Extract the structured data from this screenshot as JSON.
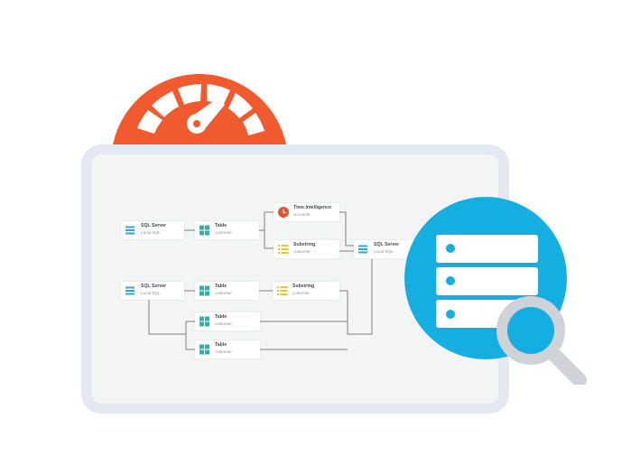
{
  "colors": {
    "gauge": "#f05a2e",
    "database_badge": "#15aee0",
    "magnifier": "#cfd2d6",
    "node_teal": "#1fb7b0",
    "node_yellow": "#f1c021",
    "node_blue": "#2aa6df",
    "clock_red": "#e55432",
    "connector": "#7d7f82"
  },
  "icons": {
    "gauge": "speedometer-icon",
    "badge": "database-server-icon",
    "search": "magnifier-icon"
  },
  "pipeline": {
    "nodes": [
      {
        "id": "src1",
        "icon": "sql-server-icon",
        "title": "SQL Server",
        "subtitle": "Local SQL"
      },
      {
        "id": "tbl1",
        "icon": "table-icon",
        "title": "Table",
        "subtitle": "customer"
      },
      {
        "id": "time1",
        "icon": "clock-icon",
        "title": "Time Intelligence",
        "subtitle": "accounts"
      },
      {
        "id": "sub1",
        "icon": "substring-icon",
        "title": "Substring",
        "subtitle": "customer"
      },
      {
        "id": "dest1",
        "icon": "sql-server-icon",
        "title": "SQL Server",
        "subtitle": "Local SQL"
      },
      {
        "id": "src2",
        "icon": "sql-server-icon",
        "title": "SQL Server",
        "subtitle": "Local SQL"
      },
      {
        "id": "tbl2",
        "icon": "table-icon",
        "title": "Table",
        "subtitle": "customer"
      },
      {
        "id": "sub2",
        "icon": "substring-icon",
        "title": "Substring",
        "subtitle": "customer"
      },
      {
        "id": "tbl3",
        "icon": "table-icon",
        "title": "Table",
        "subtitle": "customer"
      },
      {
        "id": "tbl4",
        "icon": "table-icon",
        "title": "Table",
        "subtitle": "customer"
      }
    ]
  }
}
